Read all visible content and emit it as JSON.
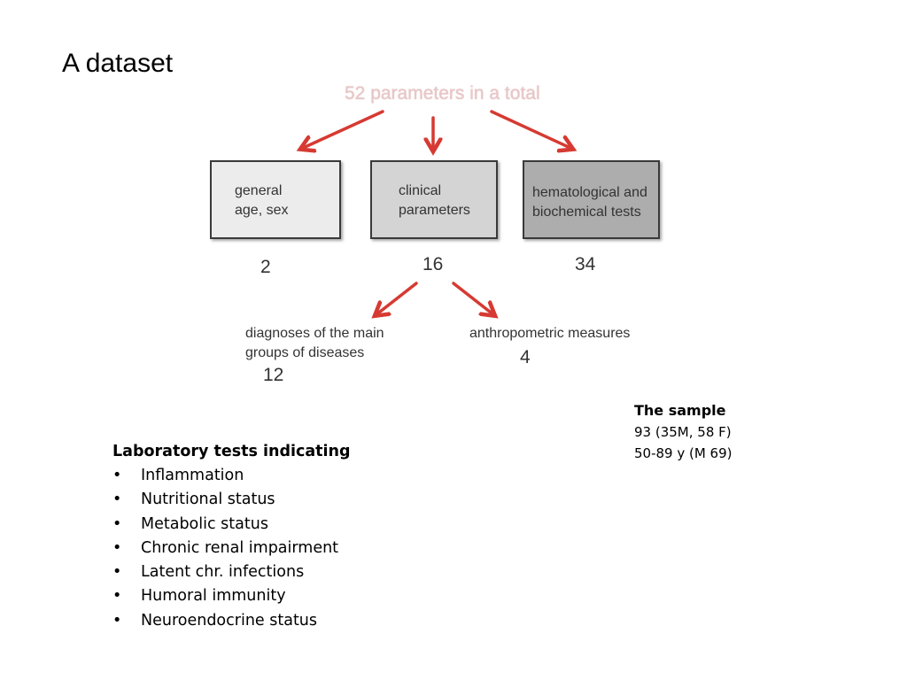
{
  "slide": {
    "title": "A dataset"
  },
  "diagram": {
    "total_label": "52 parameters in a total",
    "boxes": [
      {
        "lines": [
          "general",
          "age, sex"
        ],
        "count": "2"
      },
      {
        "lines": [
          "clinical",
          "parameters"
        ],
        "count": "16"
      },
      {
        "lines": [
          "hematological and",
          "biochemical tests"
        ],
        "count": "34"
      }
    ],
    "sub_groups": [
      {
        "lines": [
          "diagnoses of the main",
          "groups of diseases"
        ],
        "count": "12"
      },
      {
        "lines": [
          "anthropometric measures"
        ],
        "count": "4"
      }
    ],
    "colors": {
      "arrow": "#d63a32",
      "total_text": "#e8c7c7"
    }
  },
  "sample": {
    "heading": "The sample",
    "lines": [
      "93 (35M, 58 F)",
      "50-89 y (M 69)"
    ]
  },
  "lab_tests": {
    "heading": "Laboratory tests indicating",
    "bullet": "•",
    "items": [
      "Inflammation",
      "Nutritional status",
      "Metabolic status",
      "Chronic renal impairment",
      "Latent chr. infections",
      "Humoral immunity",
      "Neuroendocrine status"
    ]
  }
}
